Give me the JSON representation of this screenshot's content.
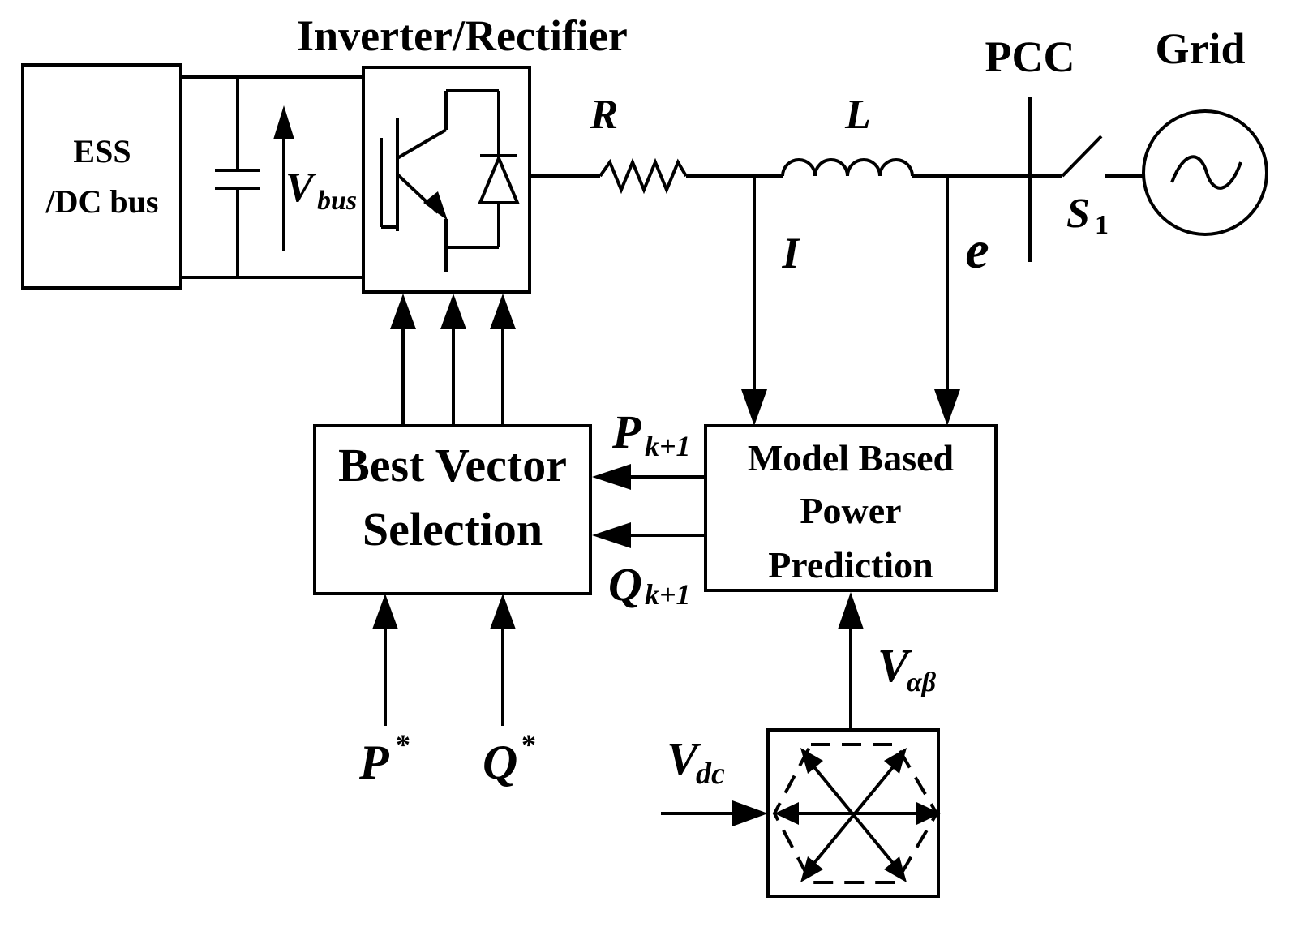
{
  "labels": {
    "inverter_title": "Inverter/Rectifier",
    "pcc": "PCC",
    "grid": "Grid",
    "ess_line1": "ESS",
    "ess_line2": "/DC bus",
    "vbus_main": "V",
    "vbus_sub": "bus",
    "resistor": "R",
    "inductor": "L",
    "current": "I",
    "voltage": "e",
    "switch_main": "S",
    "switch_sub": "1",
    "bvs_line1": "Best Vector",
    "bvs_line2": "Selection",
    "mbpp_line1": "Model Based",
    "mbpp_line2": "Power",
    "mbpp_line3": "Prediction",
    "p_pred_main": "P",
    "p_pred_sub": "k+1",
    "q_pred_main": "Q",
    "q_pred_sub": "k+1",
    "p_ref_main": "P",
    "p_ref_sup": "*",
    "q_ref_main": "Q",
    "q_ref_sup": "*",
    "valphabeta_main": "V",
    "valphabeta_sub": "αβ",
    "vdc_main": "V",
    "vdc_sub": "dc",
    "ac_symbol": "~"
  }
}
